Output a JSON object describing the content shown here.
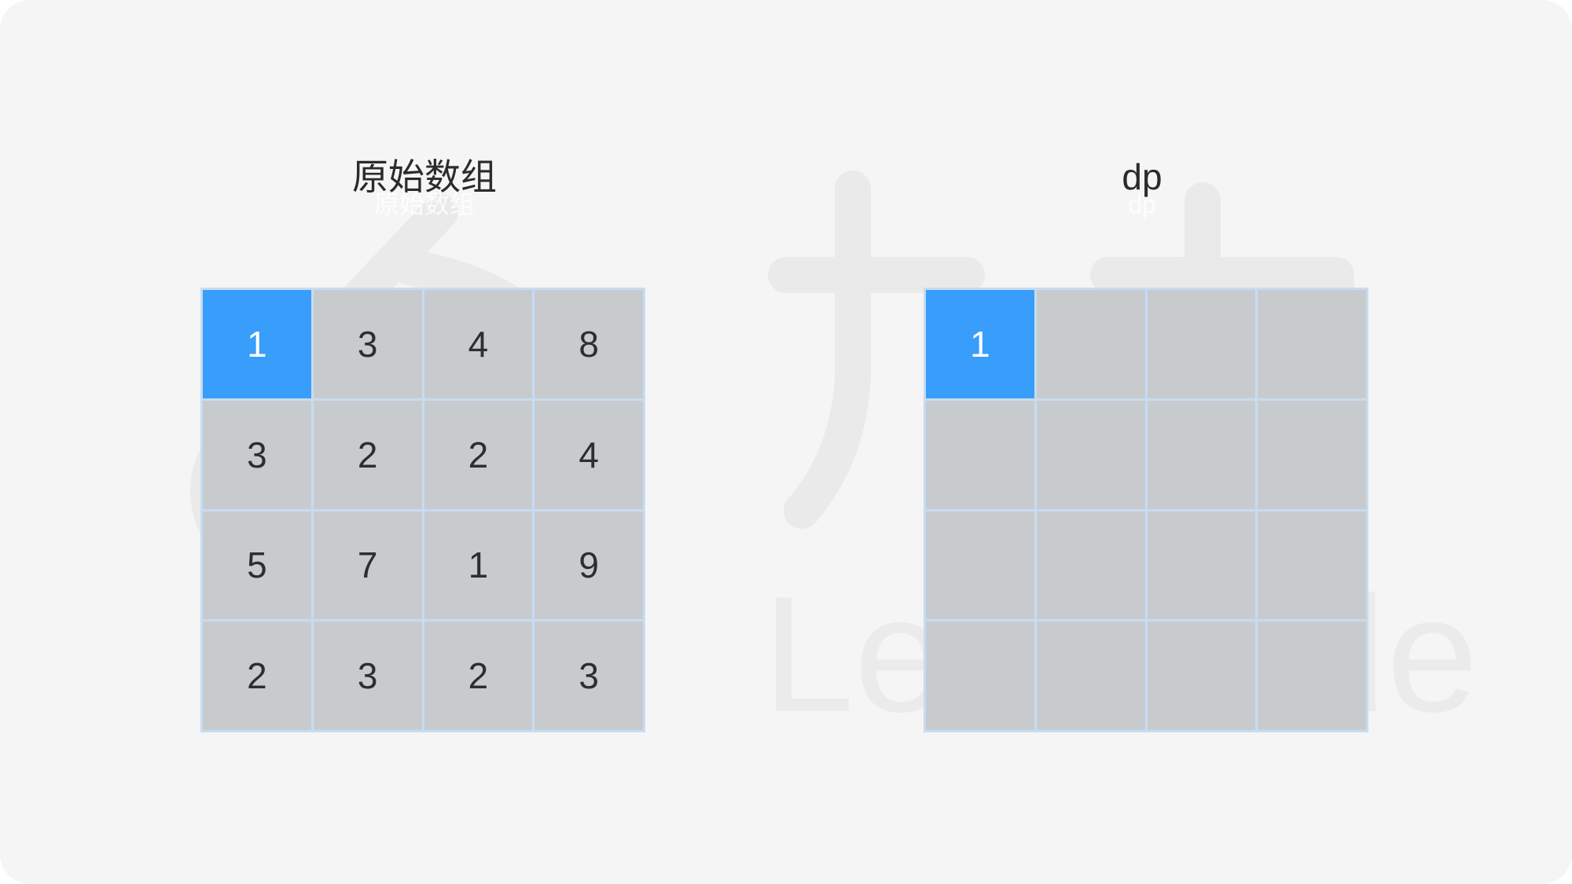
{
  "left_panel": {
    "title": "原始数组",
    "grid": [
      [
        "1",
        "3",
        "4",
        "8"
      ],
      [
        "3",
        "2",
        "2",
        "4"
      ],
      [
        "5",
        "7",
        "1",
        "9"
      ],
      [
        "2",
        "3",
        "2",
        "3"
      ]
    ],
    "highlighted_cell": {
      "row": 0,
      "col": 0
    }
  },
  "right_panel": {
    "title": "dp",
    "grid": [
      [
        "1",
        "",
        "",
        ""
      ],
      [
        "",
        "",
        "",
        ""
      ],
      [
        "",
        "",
        "",
        ""
      ],
      [
        "",
        "",
        "",
        ""
      ]
    ],
    "highlighted_cell": {
      "row": 0,
      "col": 0
    }
  },
  "colors": {
    "background": "#f5f5f5",
    "cell_fill": "#c8c8c8",
    "cell_highlight": "#399dfb",
    "grid_line": "#c6dcf2",
    "text": "#2e2e2e"
  },
  "watermark": {
    "text": "LeetCode",
    "icon": "leetcode-logo-icon"
  }
}
